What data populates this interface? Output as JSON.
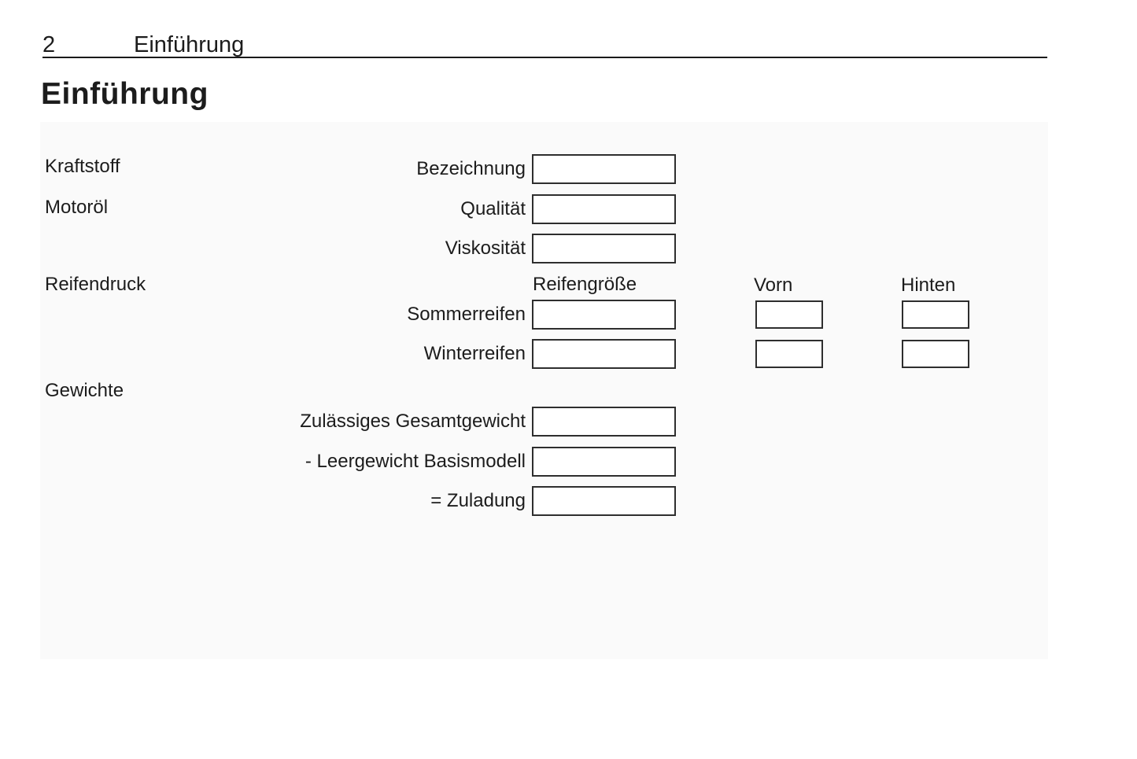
{
  "header": {
    "page_number": "2",
    "chapter_title": "Einführung"
  },
  "title": "Einführung",
  "form": {
    "sections": {
      "kraftstoff": "Kraftstoff",
      "motoroel": "Motoröl",
      "reifendruck": "Reifendruck",
      "gewichte": "Gewichte"
    },
    "columns": {
      "reifengroesse": "Reifengröße",
      "vorn": "Vorn",
      "hinten": "Hinten"
    },
    "fields": {
      "bezeichnung": {
        "label": "Bezeichnung",
        "value": ""
      },
      "qualitaet": {
        "label": "Qualität",
        "value": ""
      },
      "viskositaet": {
        "label": "Viskosität",
        "value": ""
      },
      "sommerreifen": {
        "label": "Sommerreifen",
        "groesse": "",
        "vorn": "",
        "hinten": ""
      },
      "winterreifen": {
        "label": "Winterreifen",
        "groesse": "",
        "vorn": "",
        "hinten": ""
      },
      "gesamtgewicht": {
        "label": "Zulässiges Gesamtgewicht",
        "value": ""
      },
      "leergewicht": {
        "label": "- Leergewicht Basismodell",
        "value": ""
      },
      "zuladung": {
        "label": "= Zuladung",
        "value": ""
      }
    }
  },
  "colors": {
    "page_background": "#ffffff",
    "panel_background": "#fafafa",
    "text": "#1c1c1c",
    "box_border": "#2e2e2e"
  }
}
